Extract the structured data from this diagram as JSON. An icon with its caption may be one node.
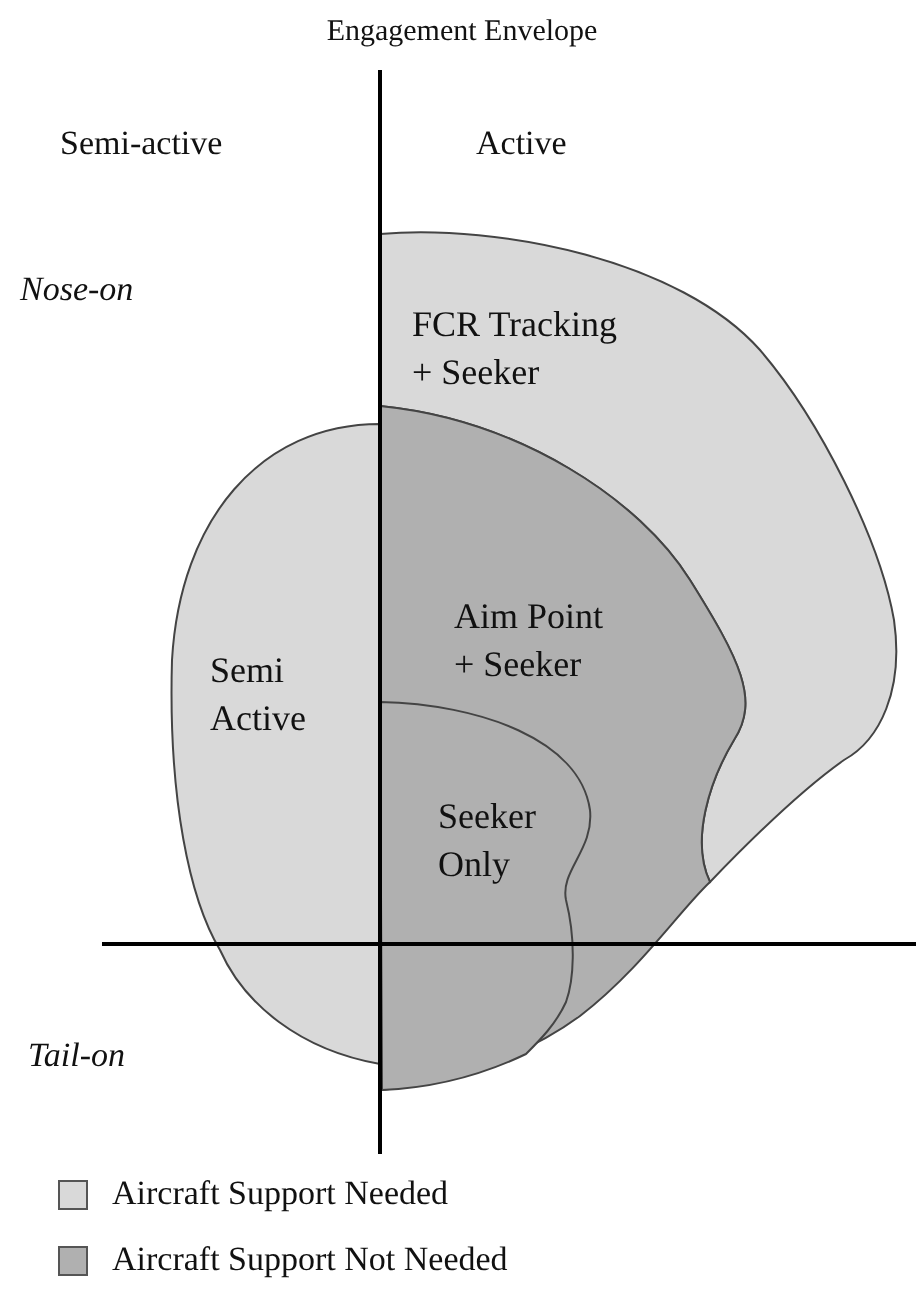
{
  "diagram": {
    "title": "Engagement Envelope",
    "nodes": [
      {
        "text": [
          "FCR Tracking + Seeker"
        ]
      },
      {
        "text": [
          "Semi Active"
        ]
      },
      {
        "text": [
          "Aim Point + Seeker"
        ]
      },
      {
        "text": [
          "Seeker Only"
        ],
        "in": 2
      }
    ],
    "labels": [
      "Semi-active",
      "Active",
      "Nose-on",
      "Tail-on"
    ],
    "legend": [
      {
        "text": "Aircraft Support Needed",
        "color": "#d9d9d9"
      },
      {
        "text": "Aircraft Support Not Needed",
        "color": "#b0b0b0"
      }
    ]
  }
}
